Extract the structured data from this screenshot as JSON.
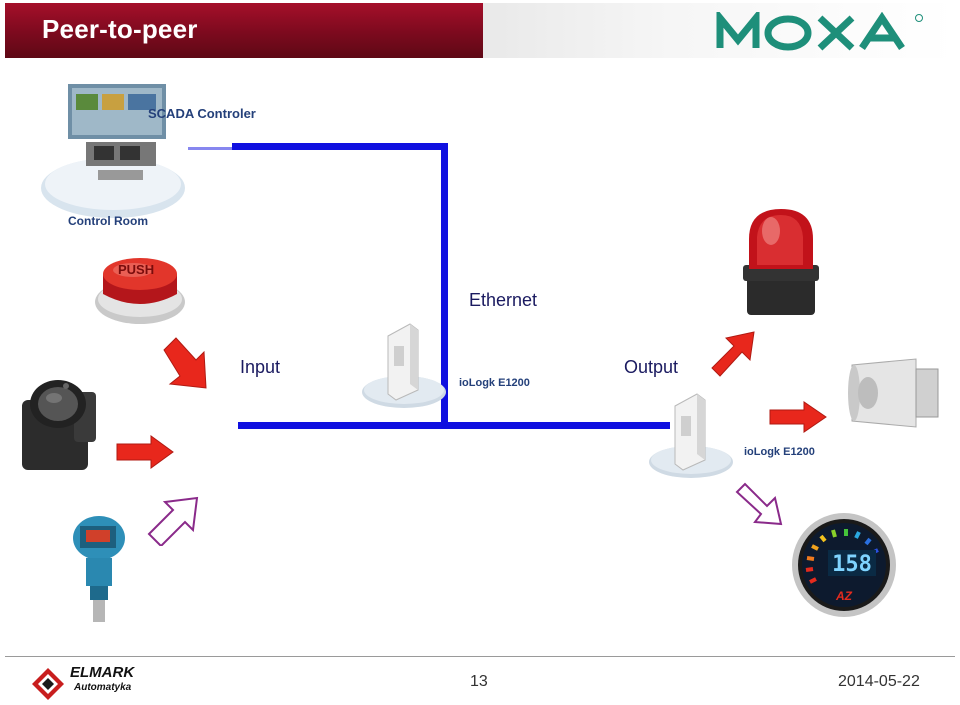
{
  "header": {
    "title": "Peer-to-peer",
    "brand_logo_icon": "moxa-logo",
    "brand_color": "#1e8f7a",
    "title_bar_color": "#8b0c22"
  },
  "diagram": {
    "scada_label": "SCADA Controler",
    "control_room_label": "Control Room",
    "push_button_text": "PUSH",
    "ethernet_label": "Ethernet",
    "input_label": "Input",
    "output_label": "Output",
    "device_left_label": "ioLogk E1200",
    "device_right_label": "ioLogk E1200",
    "gauge_reading": "158",
    "gauge_brand": "AZ",
    "line_color": "#1010e0",
    "arrow_color": "#e8271c",
    "hollow_arrow_color": "#8a2a8a",
    "icons": [
      "control-room-icon",
      "push-button-icon",
      "motion-sensor-icon",
      "pressure-transmitter-icon",
      "iologik-device-icon",
      "beacon-light-icon",
      "horn-speaker-icon",
      "gauge-display-icon"
    ]
  },
  "footer": {
    "company": "ELMARK",
    "company_sub": "Automatyka",
    "page_number": "13",
    "date": "2014-05-22"
  }
}
